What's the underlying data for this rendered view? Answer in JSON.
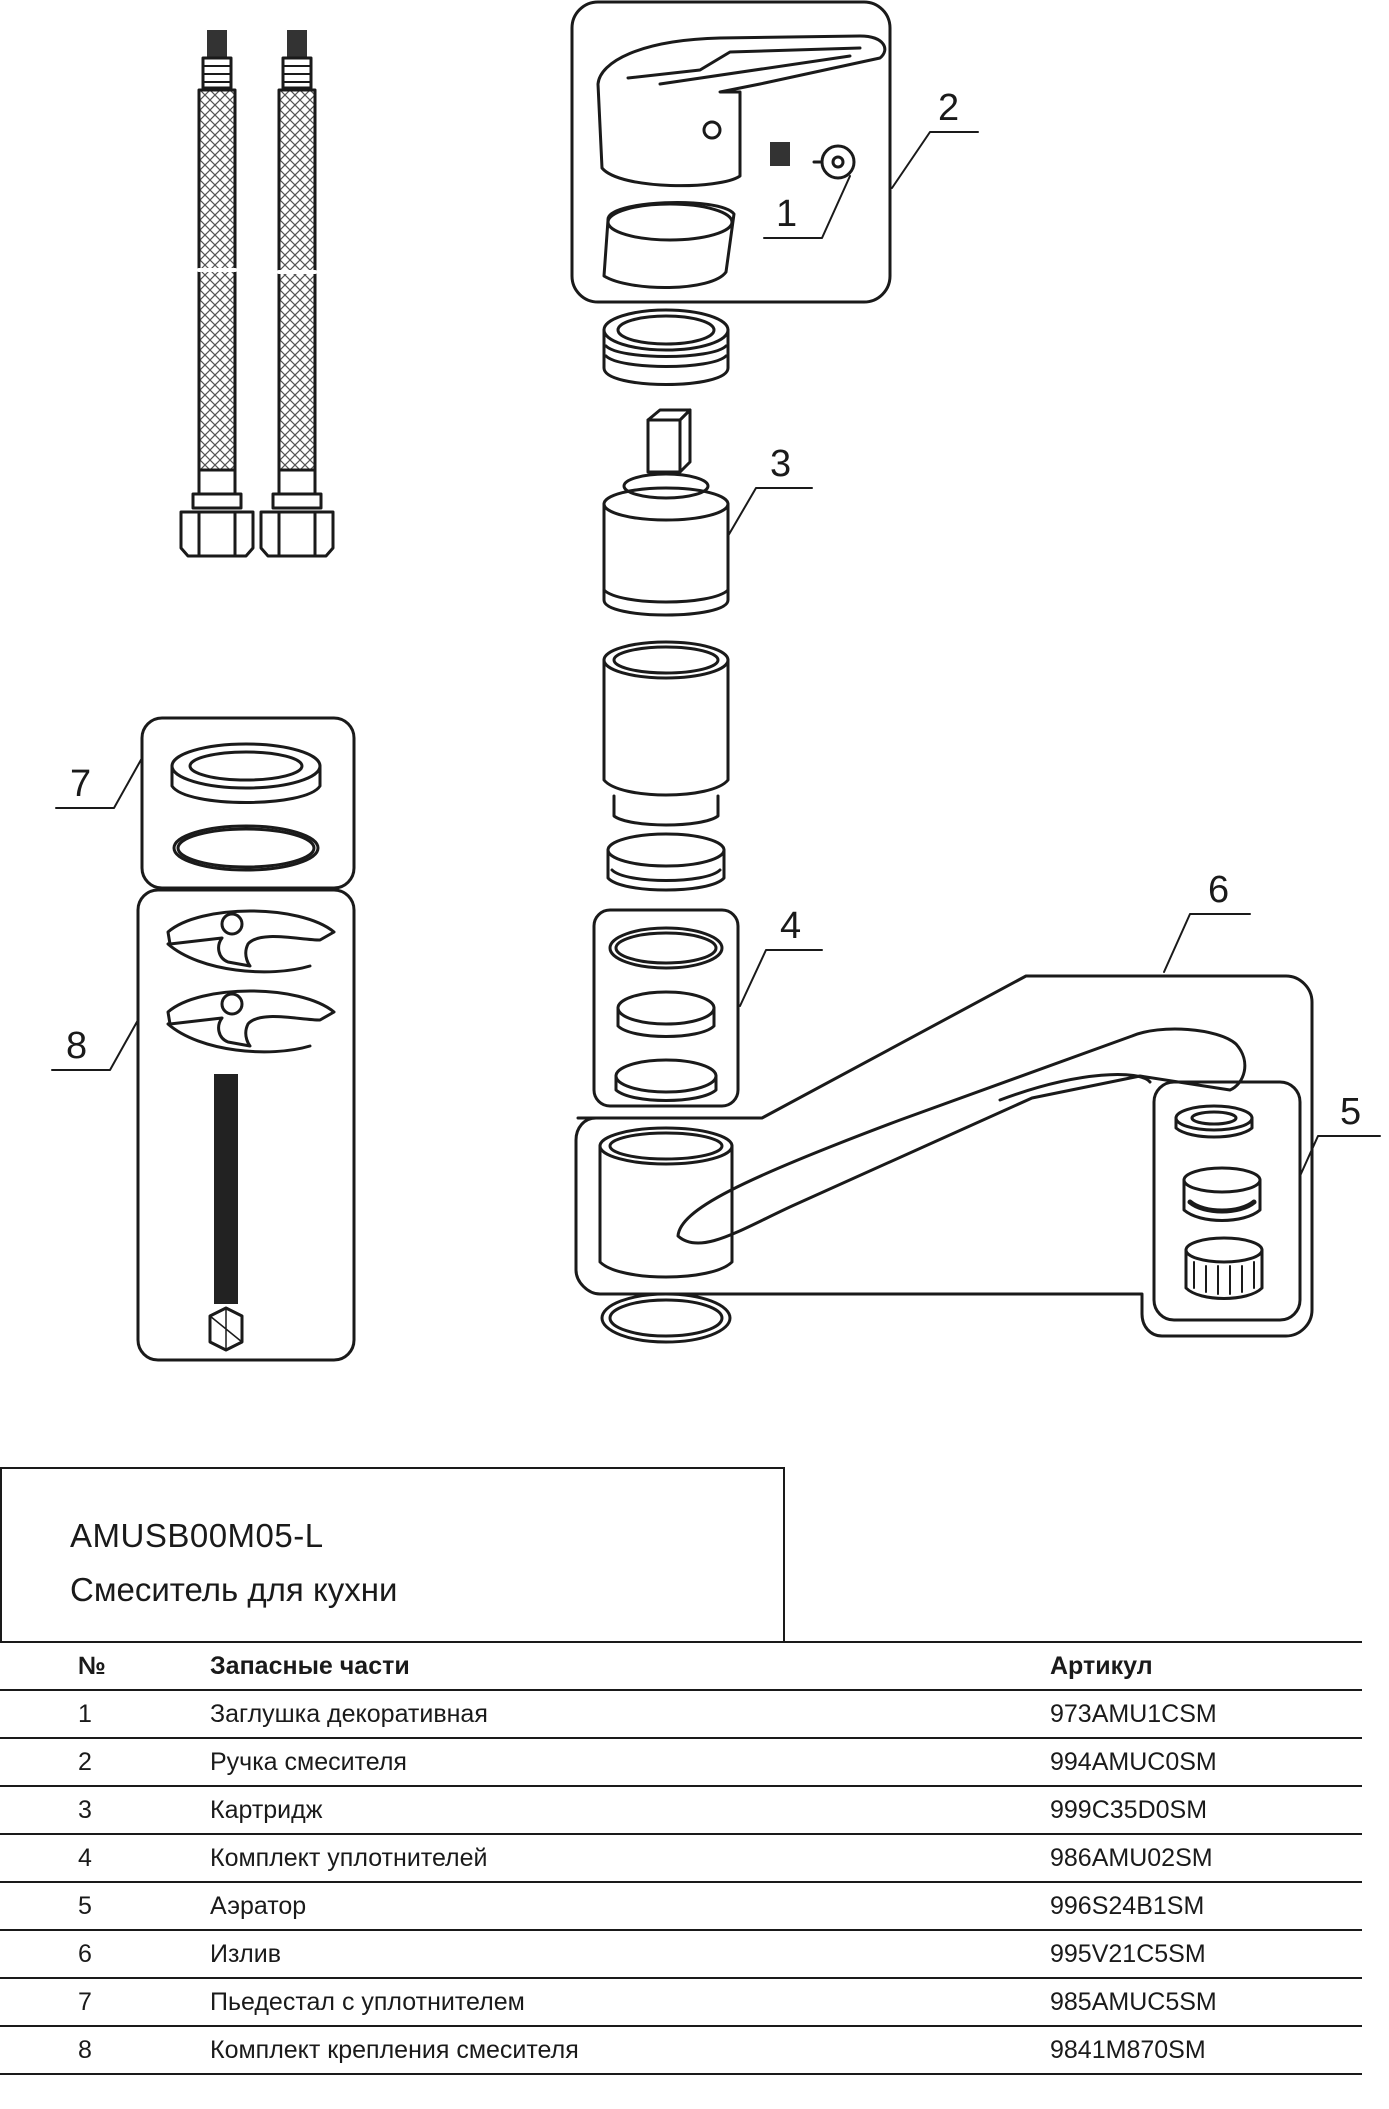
{
  "diagram": {
    "callouts": [
      "1",
      "2",
      "3",
      "4",
      "5",
      "6",
      "7",
      "8"
    ]
  },
  "header": {
    "model": "AMUSB00M05-L",
    "subtitle": "Смеситель для кухни"
  },
  "table": {
    "columns": [
      "№",
      "Запасные части",
      "Артикул"
    ],
    "rows": [
      {
        "num": "1",
        "name": "Заглушка декоративная",
        "article": "973AMU1CSM"
      },
      {
        "num": "2",
        "name": "Ручка смесителя",
        "article": "994AMUC0SM"
      },
      {
        "num": "3",
        "name": "Картридж",
        "article": "999C35D0SM"
      },
      {
        "num": "4",
        "name": "Комплект уплотнителей",
        "article": "986AMU02SM"
      },
      {
        "num": "5",
        "name": "Аэратор",
        "article": "996S24B1SM"
      },
      {
        "num": "6",
        "name": "Излив",
        "article": "995V21C5SM"
      },
      {
        "num": "7",
        "name": "Пьедестал с уплотнителем",
        "article": "985AMUC5SM"
      },
      {
        "num": "8",
        "name": "Комплект крепления смесителя",
        "article": "9841M870SM"
      }
    ]
  }
}
